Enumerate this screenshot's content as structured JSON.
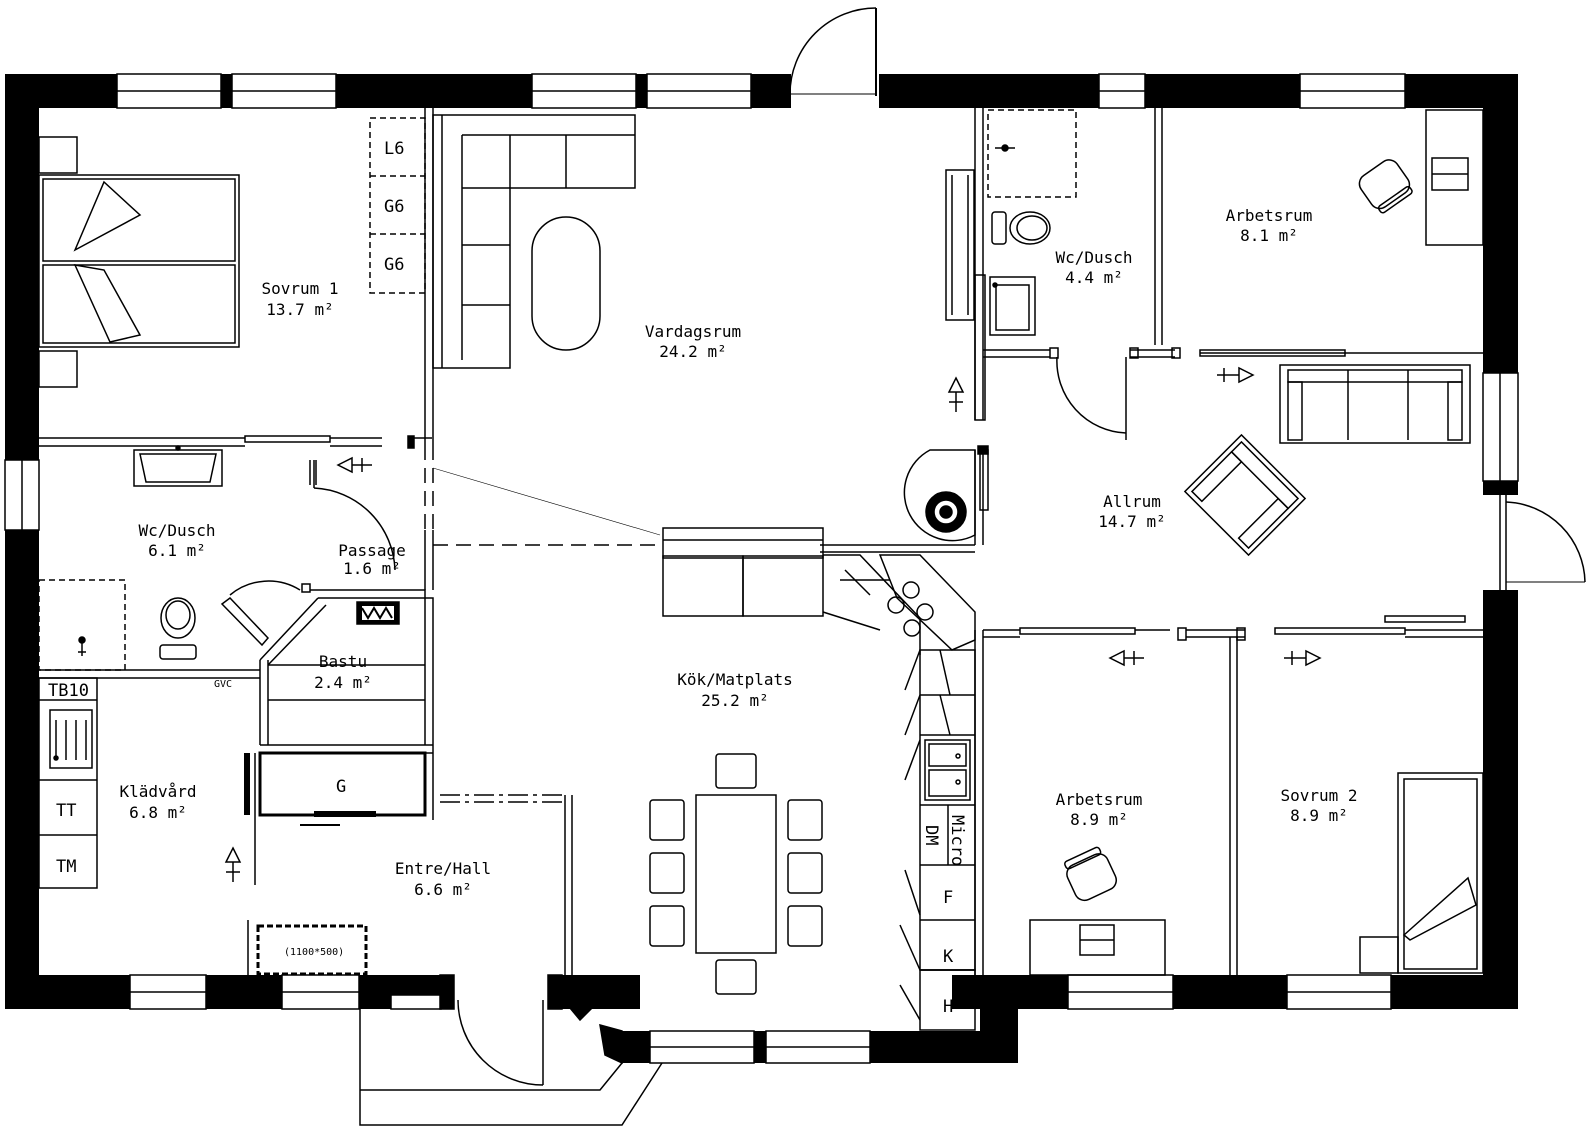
{
  "rooms": [
    {
      "id": "sovrum1",
      "name": "Sovrum 1",
      "area": "13.7 m²"
    },
    {
      "id": "wcdusch1",
      "name": "Wc/Dusch",
      "area": "6.1 m²"
    },
    {
      "id": "passage",
      "name": "Passage",
      "area": "1.6 m²"
    },
    {
      "id": "bastu",
      "name": "Bastu",
      "area": "2.4 m²"
    },
    {
      "id": "kladvard",
      "name": "Klädvård",
      "area": "6.8 m²"
    },
    {
      "id": "entrehall",
      "name": "Entre/Hall",
      "area": "6.6 m²"
    },
    {
      "id": "vardagsrum",
      "name": "Vardagsrum",
      "area": "24.2 m²"
    },
    {
      "id": "kokmatplats",
      "name": "Kök/Matplats",
      "area": "25.2 m²"
    },
    {
      "id": "wcdusch2",
      "name": "Wc/Dusch",
      "area": "4.4 m²"
    },
    {
      "id": "arbetsrum1",
      "name": "Arbetsrum",
      "area": "8.1 m²"
    },
    {
      "id": "allrum",
      "name": "Allrum",
      "area": "14.7 m²"
    },
    {
      "id": "arbetsrum2",
      "name": "Arbetsrum",
      "area": "8.9 m²"
    },
    {
      "id": "sovrum2",
      "name": "Sovrum 2",
      "area": "8.9 m²"
    }
  ],
  "closet_labels": [
    "L6",
    "G6",
    "G6"
  ],
  "laundry_labels": [
    "TB10",
    "TT",
    "TM"
  ],
  "kitchen_labels": {
    "micro": "Micro",
    "dm": "DM",
    "f": "F",
    "k": "K",
    "h": "H"
  },
  "garderob_label": "G",
  "gvc_label": "GVC",
  "mat_label": "(1100*500)"
}
